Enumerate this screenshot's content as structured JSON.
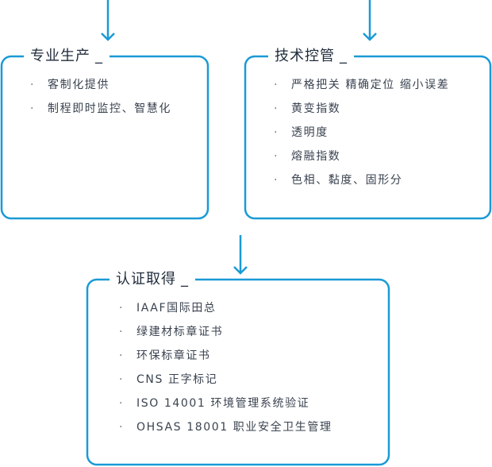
{
  "colors": {
    "accent": "#1a9ad6",
    "text": "#3a4350",
    "title": "#1f2b3b"
  },
  "boxes": {
    "production": {
      "title": "专业生产",
      "items": [
        "客制化提供",
        "制程即时监控、智慧化"
      ]
    },
    "control": {
      "title": "技术控管",
      "items": [
        "严格把关 精确定位 缩小误差",
        "黄变指数",
        "透明度",
        "熔融指数",
        "色相、黏度、固形分"
      ]
    },
    "certification": {
      "title": "认证取得",
      "items": [
        "IAAF国际田总",
        "绿建材标章证书",
        "环保标章证书",
        "CNS 正字标记",
        "ISO 14001 环境管理系统验证",
        "OHSAS 18001 职业安全卫生管理"
      ]
    }
  }
}
